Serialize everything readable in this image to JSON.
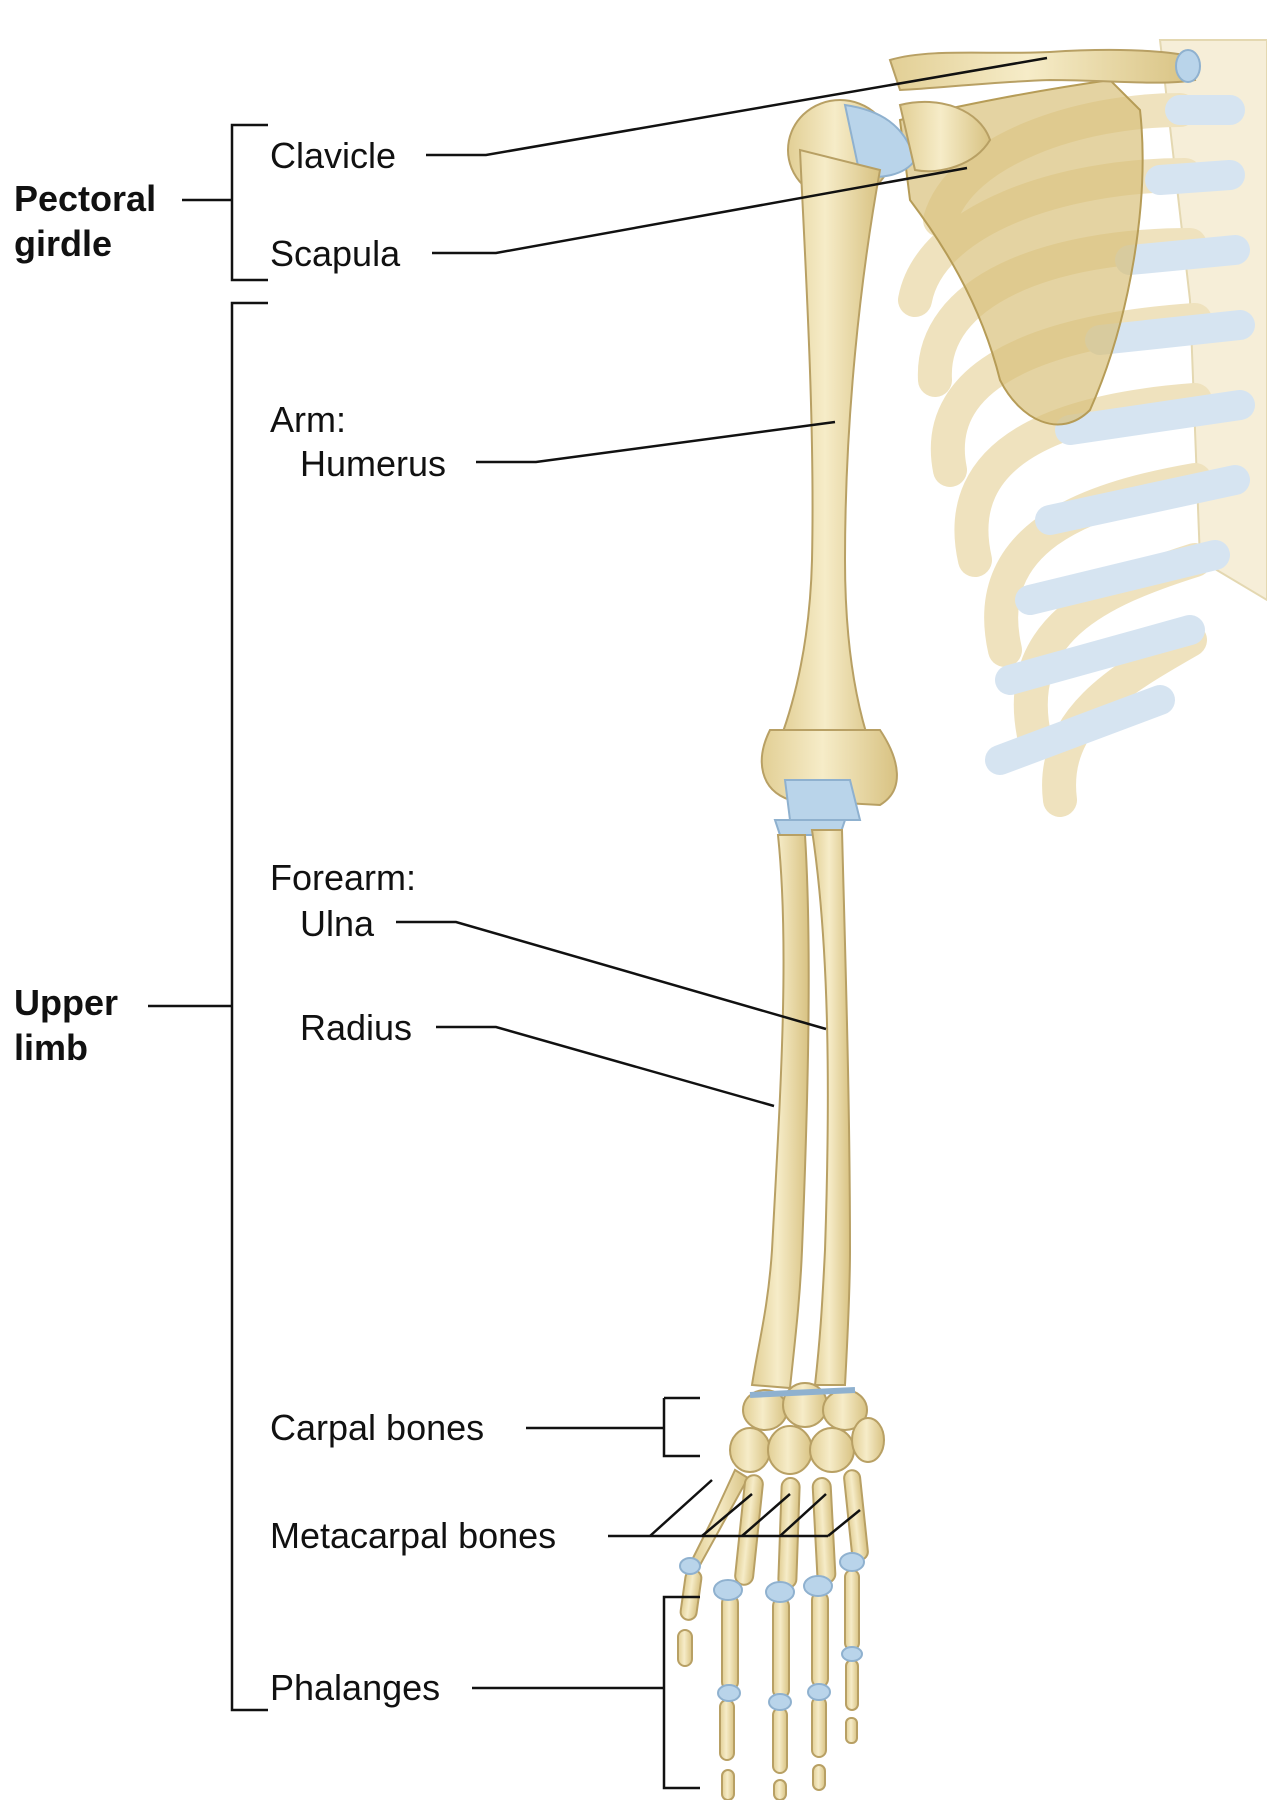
{
  "groups": {
    "pectoral_girdle": [
      "Pectoral",
      "girdle"
    ],
    "upper_limb": [
      "Upper",
      "limb"
    ]
  },
  "labels": {
    "clavicle": "Clavicle",
    "scapula": "Scapula",
    "arm": "Arm:",
    "humerus": "Humerus",
    "forearm": "Forearm:",
    "ulna": "Ulna",
    "radius": "Radius",
    "carpal": "Carpal bones",
    "metacarpal": "Metacarpal bones",
    "phalanges": "Phalanges"
  },
  "colors": {
    "bone": "#efe0b0",
    "bone_shade": "#d9c483",
    "bone_outline": "#b8a064",
    "cartilage": "#b9d4ea",
    "cartilage_outline": "#8fb1cf",
    "line": "#111111"
  }
}
